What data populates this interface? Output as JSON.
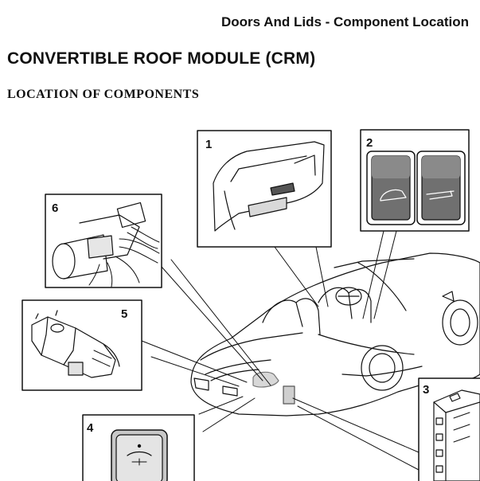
{
  "header": {
    "title": "Doors And Lids - Component Location"
  },
  "page": {
    "title": "CONVERTIBLE ROOF MODULE (CRM)",
    "section": "LOCATION OF COMPONENTS"
  },
  "figure": {
    "callouts": [
      {
        "id": "1",
        "label": "1",
        "depicts": "door-panel"
      },
      {
        "id": "2",
        "label": "2",
        "depicts": "roof-switch"
      },
      {
        "id": "3",
        "label": "3",
        "depicts": "control-module"
      },
      {
        "id": "4",
        "label": "4",
        "depicts": "console-switch"
      },
      {
        "id": "5",
        "label": "5",
        "depicts": "motor"
      },
      {
        "id": "6",
        "label": "6",
        "depicts": "hydraulic-pump"
      }
    ]
  }
}
